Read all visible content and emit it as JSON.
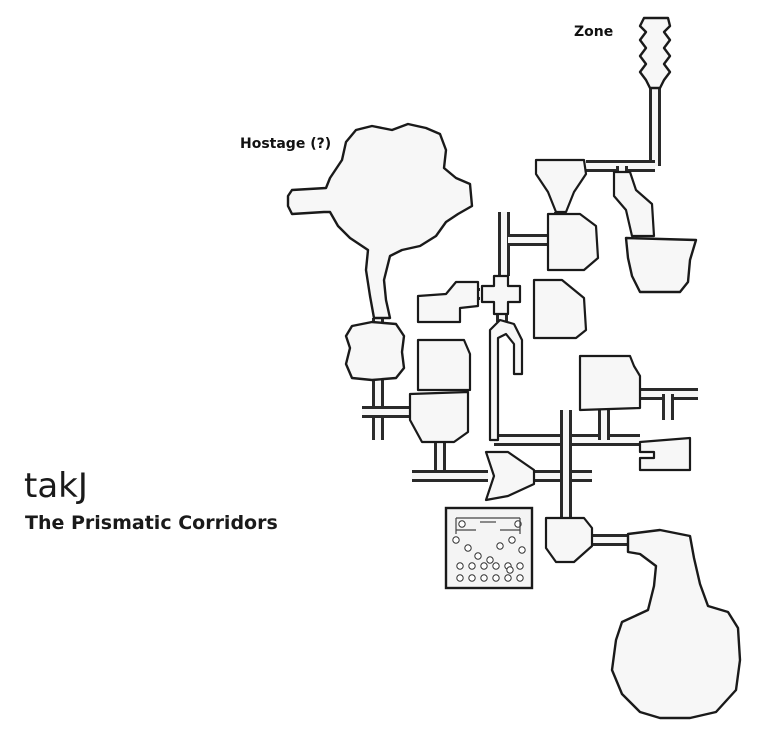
{
  "title": "takJ",
  "subtitle": "The Prismatic Corridors",
  "labels": {
    "zone": "Zone",
    "hostage": "Hostage (?)"
  },
  "colors": {
    "outline": "#1a1a1a",
    "floor": "#f7f7f7",
    "background": "#ffffff"
  }
}
